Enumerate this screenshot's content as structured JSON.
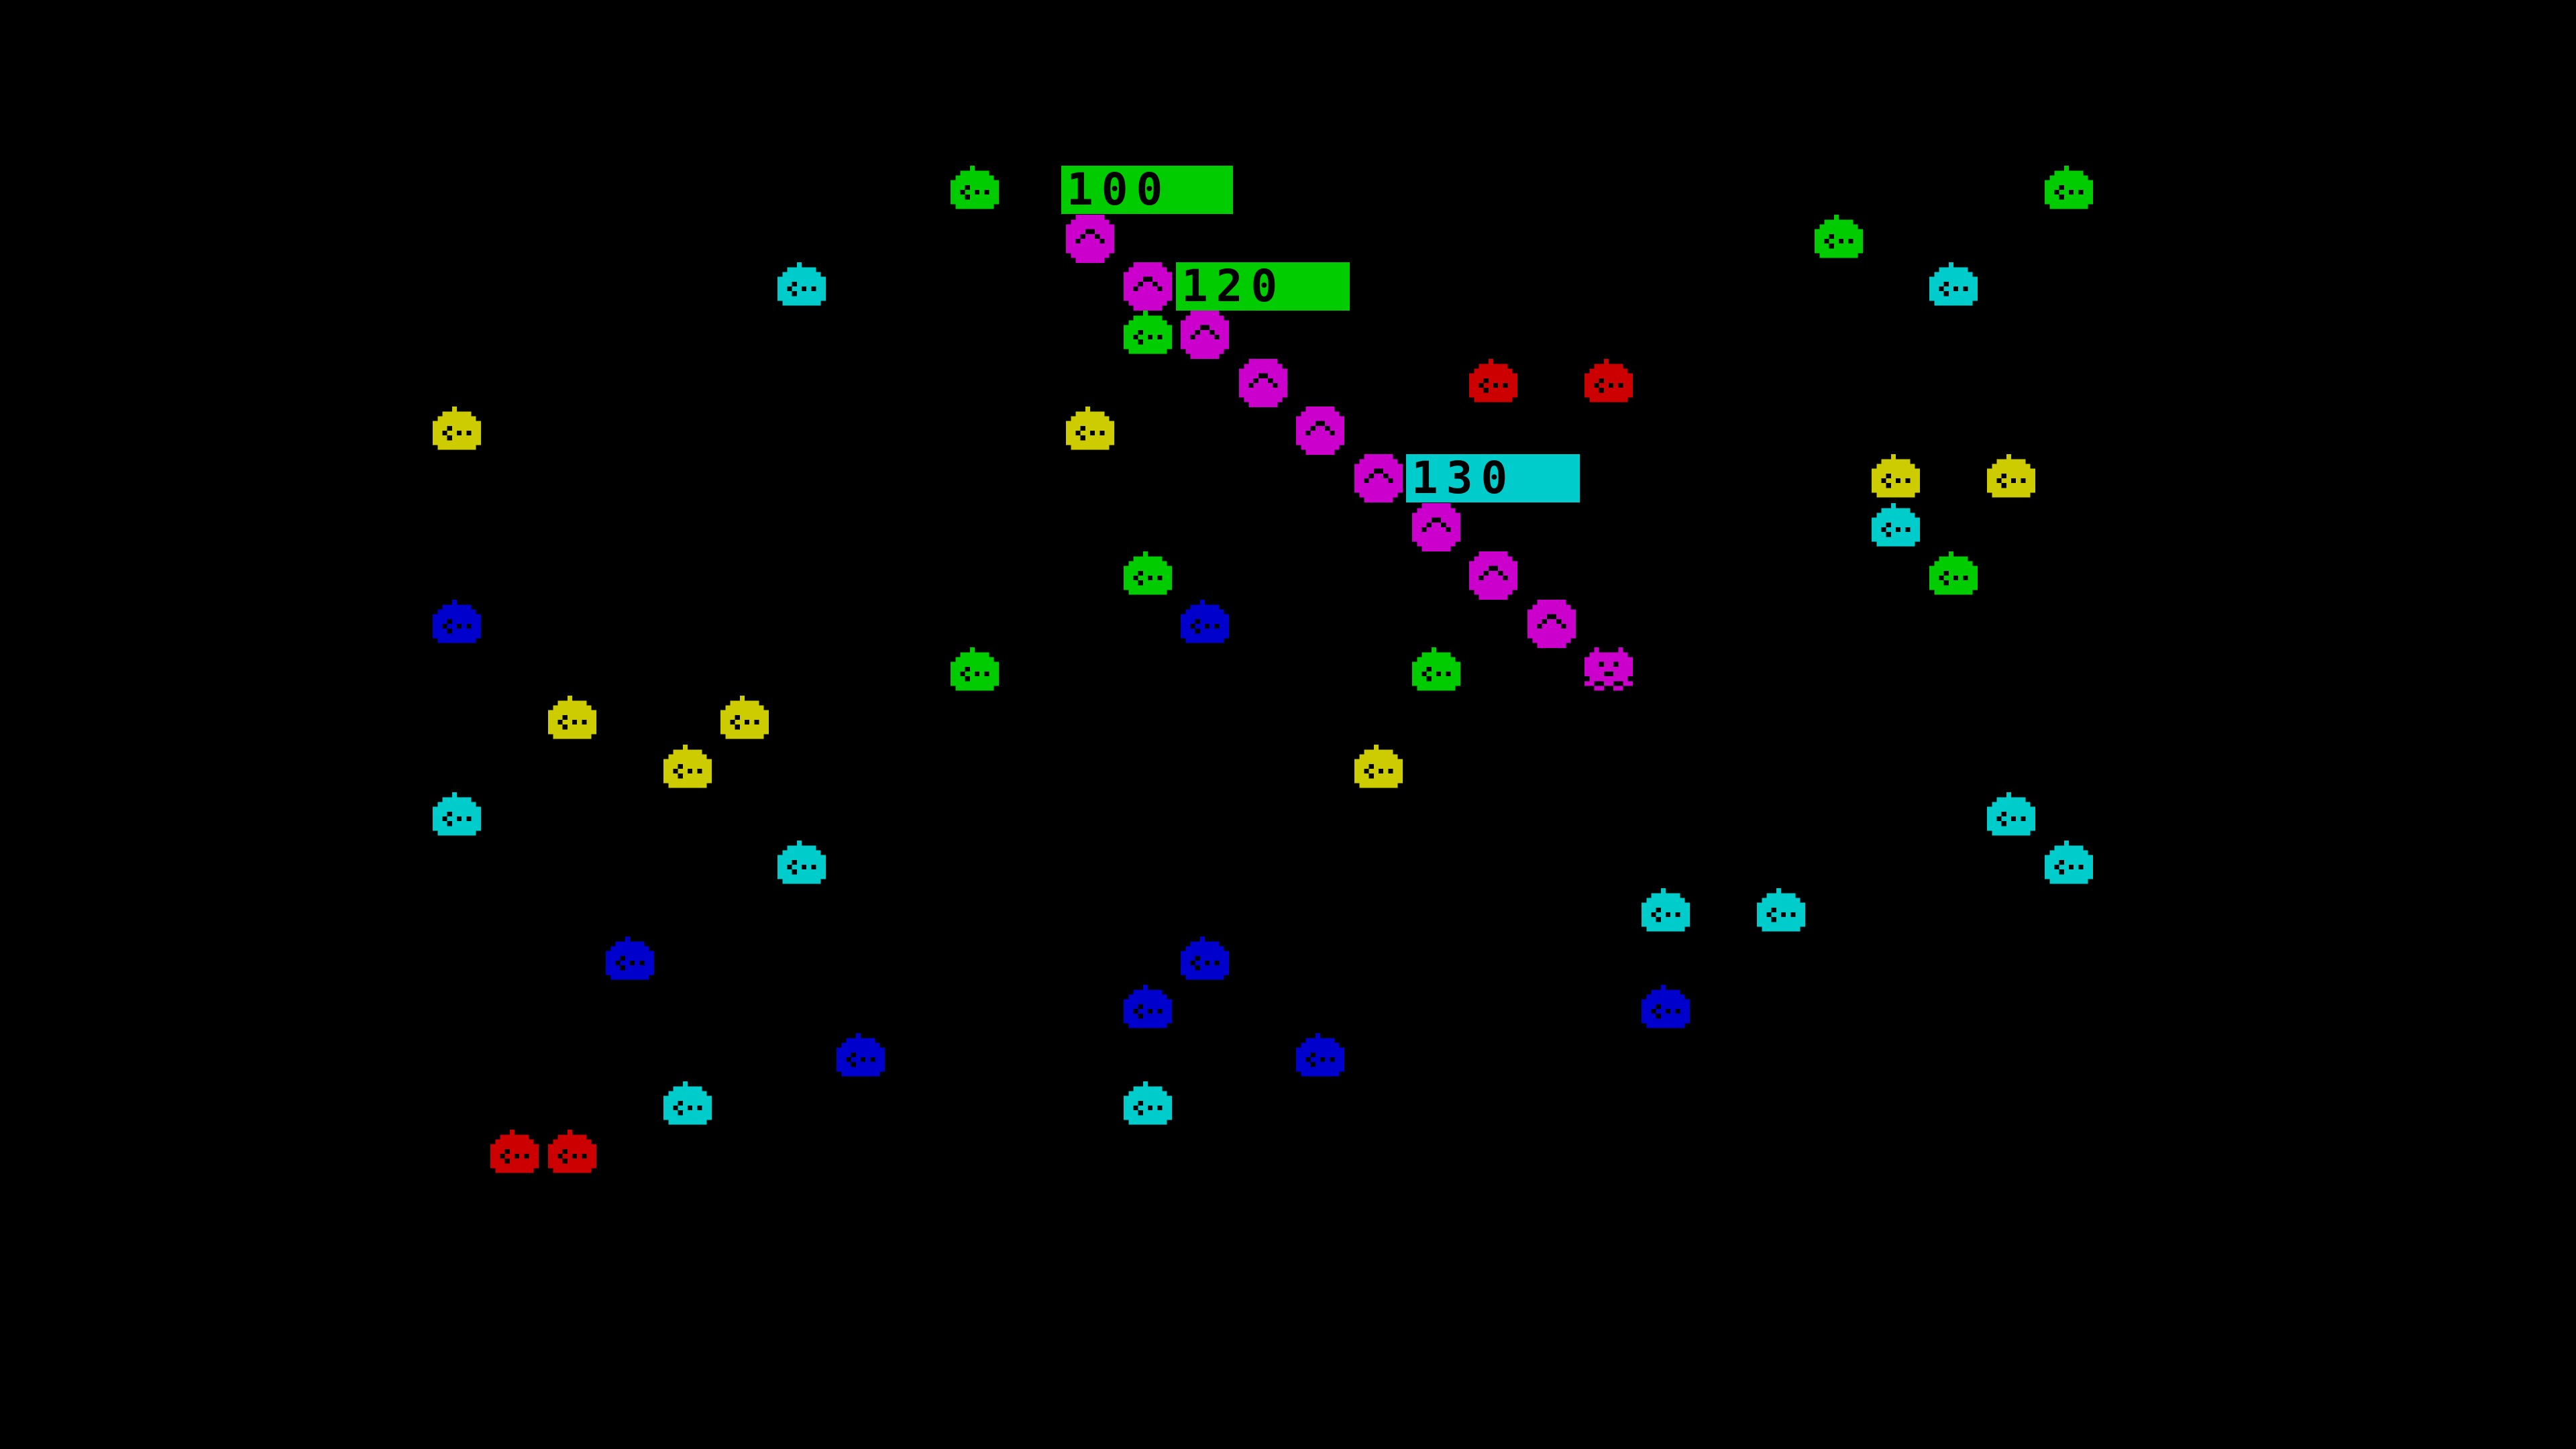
{
  "colors": {
    "background": "#000000",
    "green": "#00cc00",
    "cyan": "#00cccc",
    "yellow": "#cccc00",
    "red": "#cc0000",
    "blue": "#0000cc",
    "magenta": "#cc00cc",
    "label_text": "#000000"
  },
  "score_popups": [
    {
      "id": "score-popup-1",
      "text": "100",
      "color": "green"
    },
    {
      "id": "score-popup-2",
      "text": "120",
      "color": "green"
    },
    {
      "id": "score-popup-3",
      "text": "130",
      "color": "cyan"
    }
  ],
  "mushroom_icon": "mushroom-icon",
  "centipede_segment_icon": "centipede-segment-icon",
  "centipede_head_icon": "centipede-head-icon"
}
